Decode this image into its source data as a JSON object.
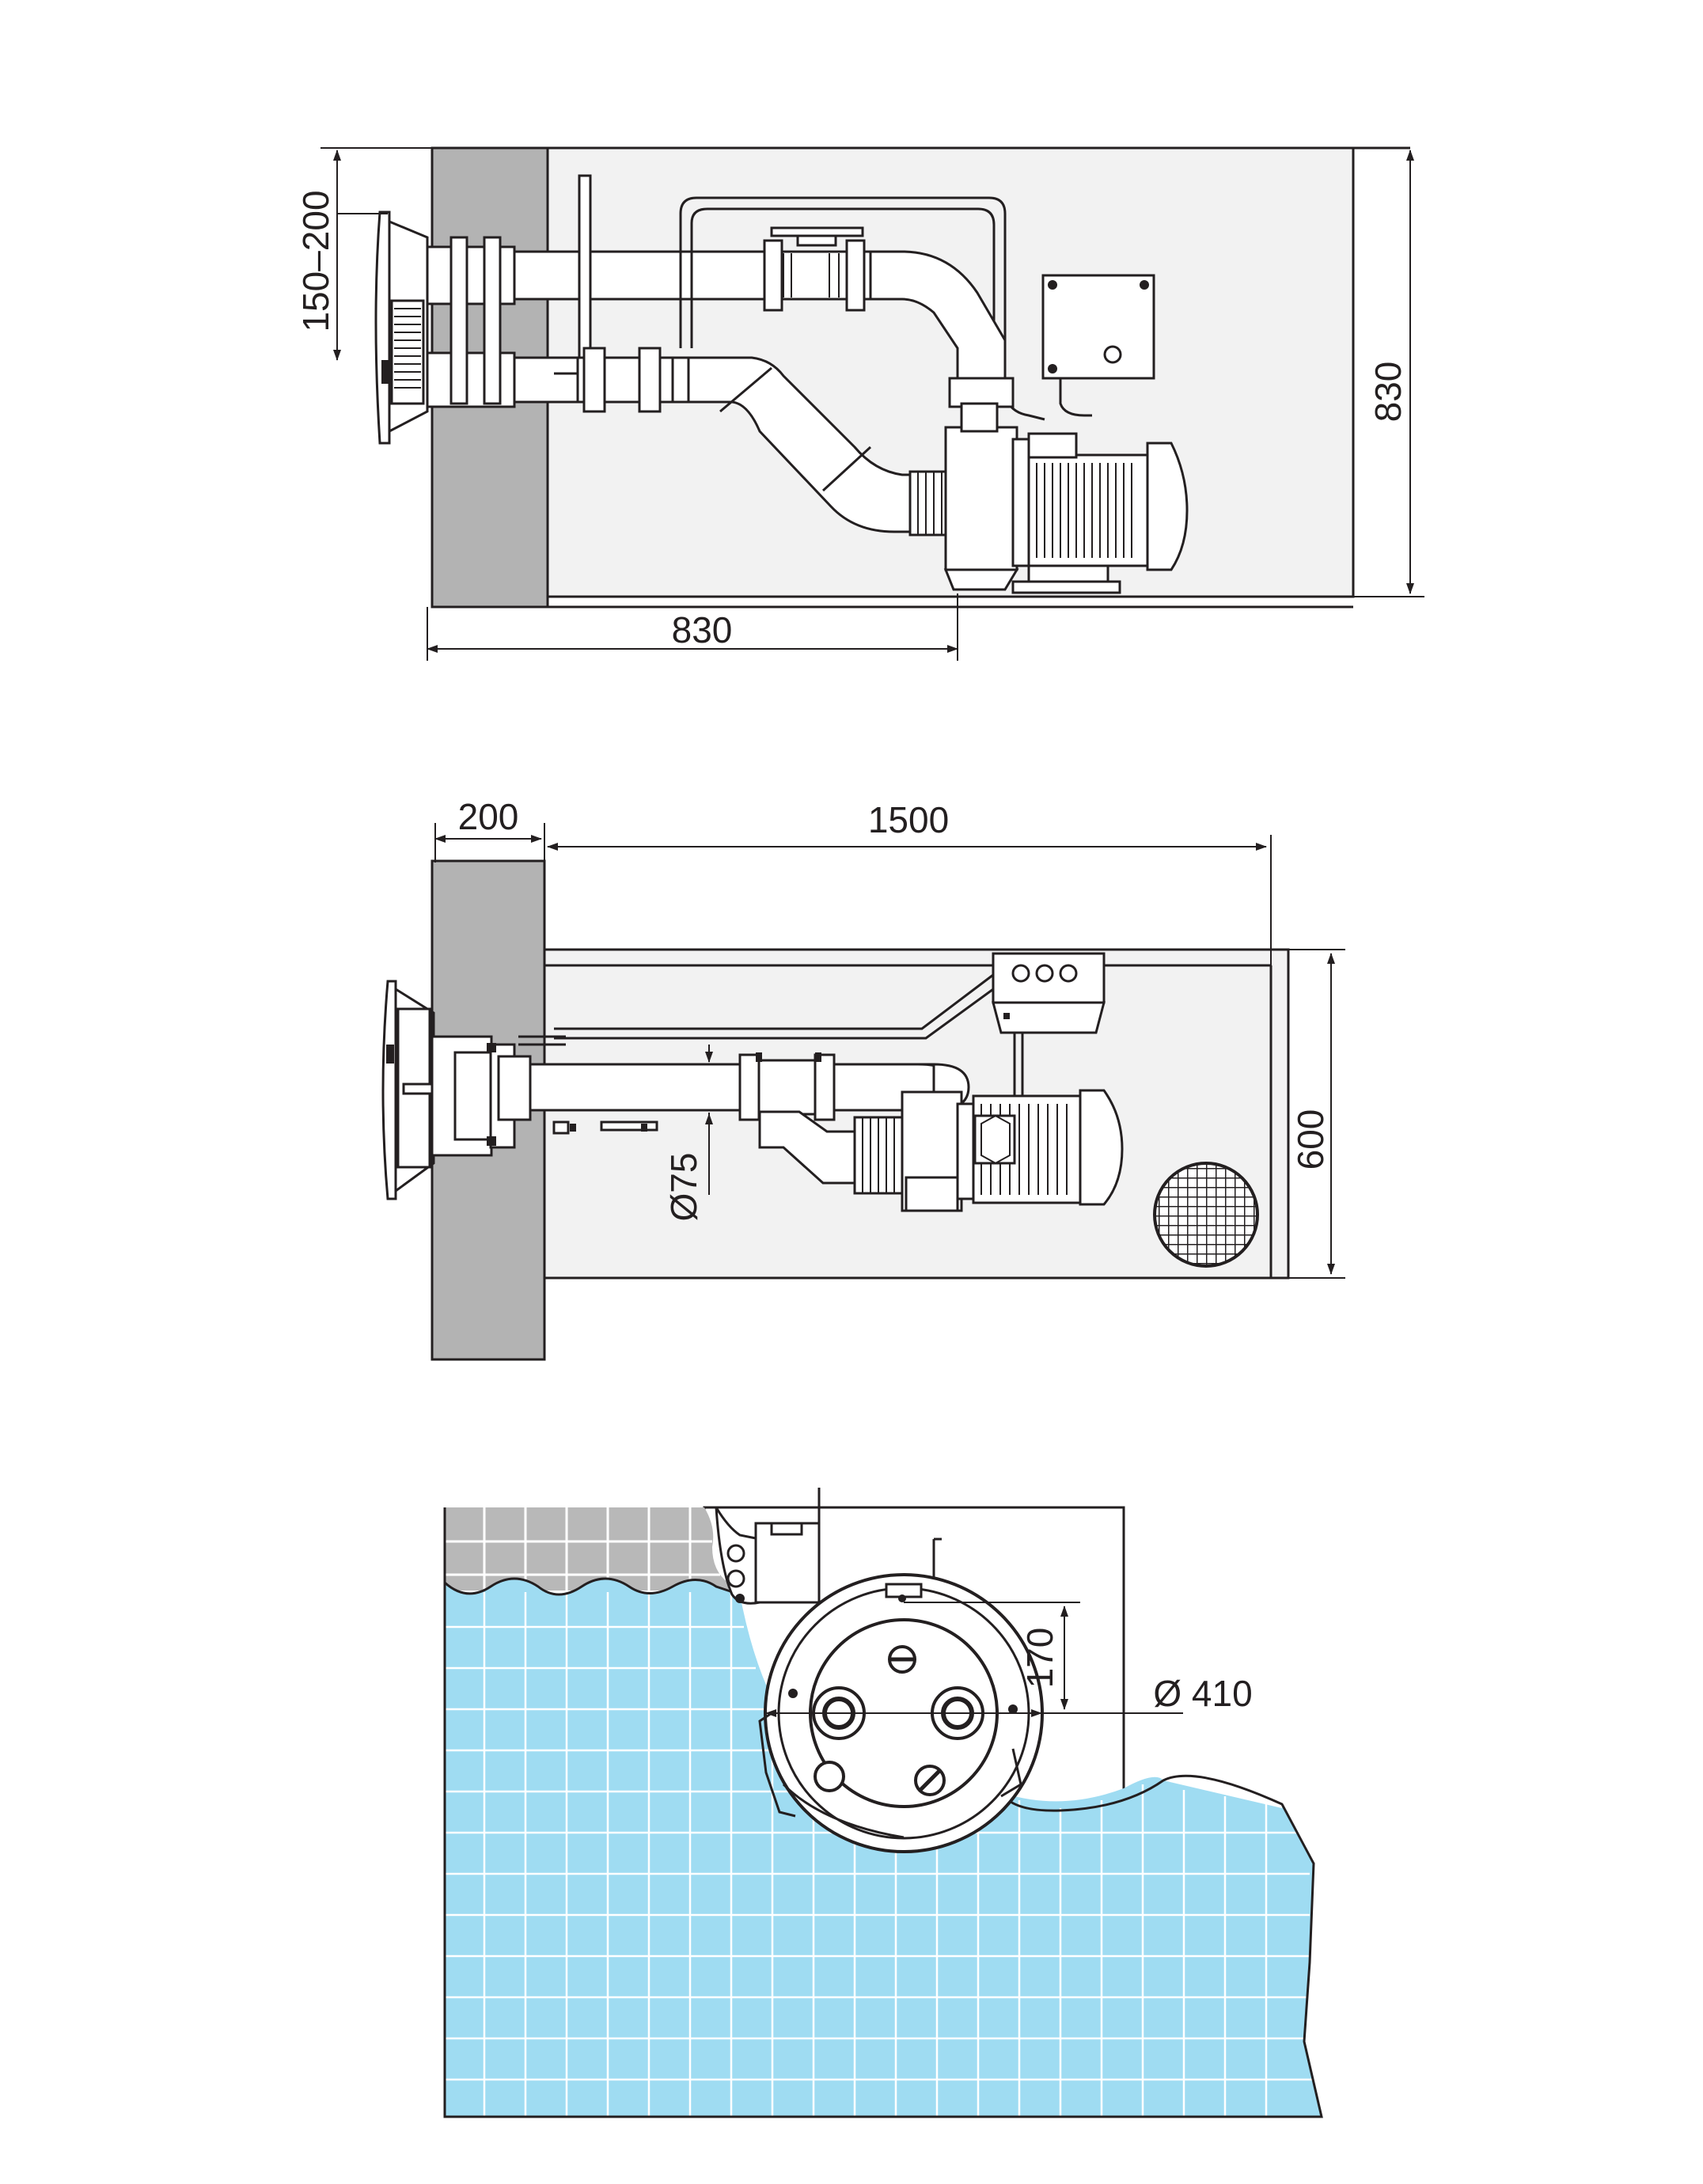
{
  "top_view": {
    "depth_label": "830",
    "height_label": "830",
    "offset_label": "150–200"
  },
  "plan_view": {
    "wall_label": "200",
    "length_label": "1500",
    "width_label": "600",
    "pipe_label": "Ø75"
  },
  "front_view": {
    "height_label": "170",
    "diameter_label": "Ø 410"
  }
}
